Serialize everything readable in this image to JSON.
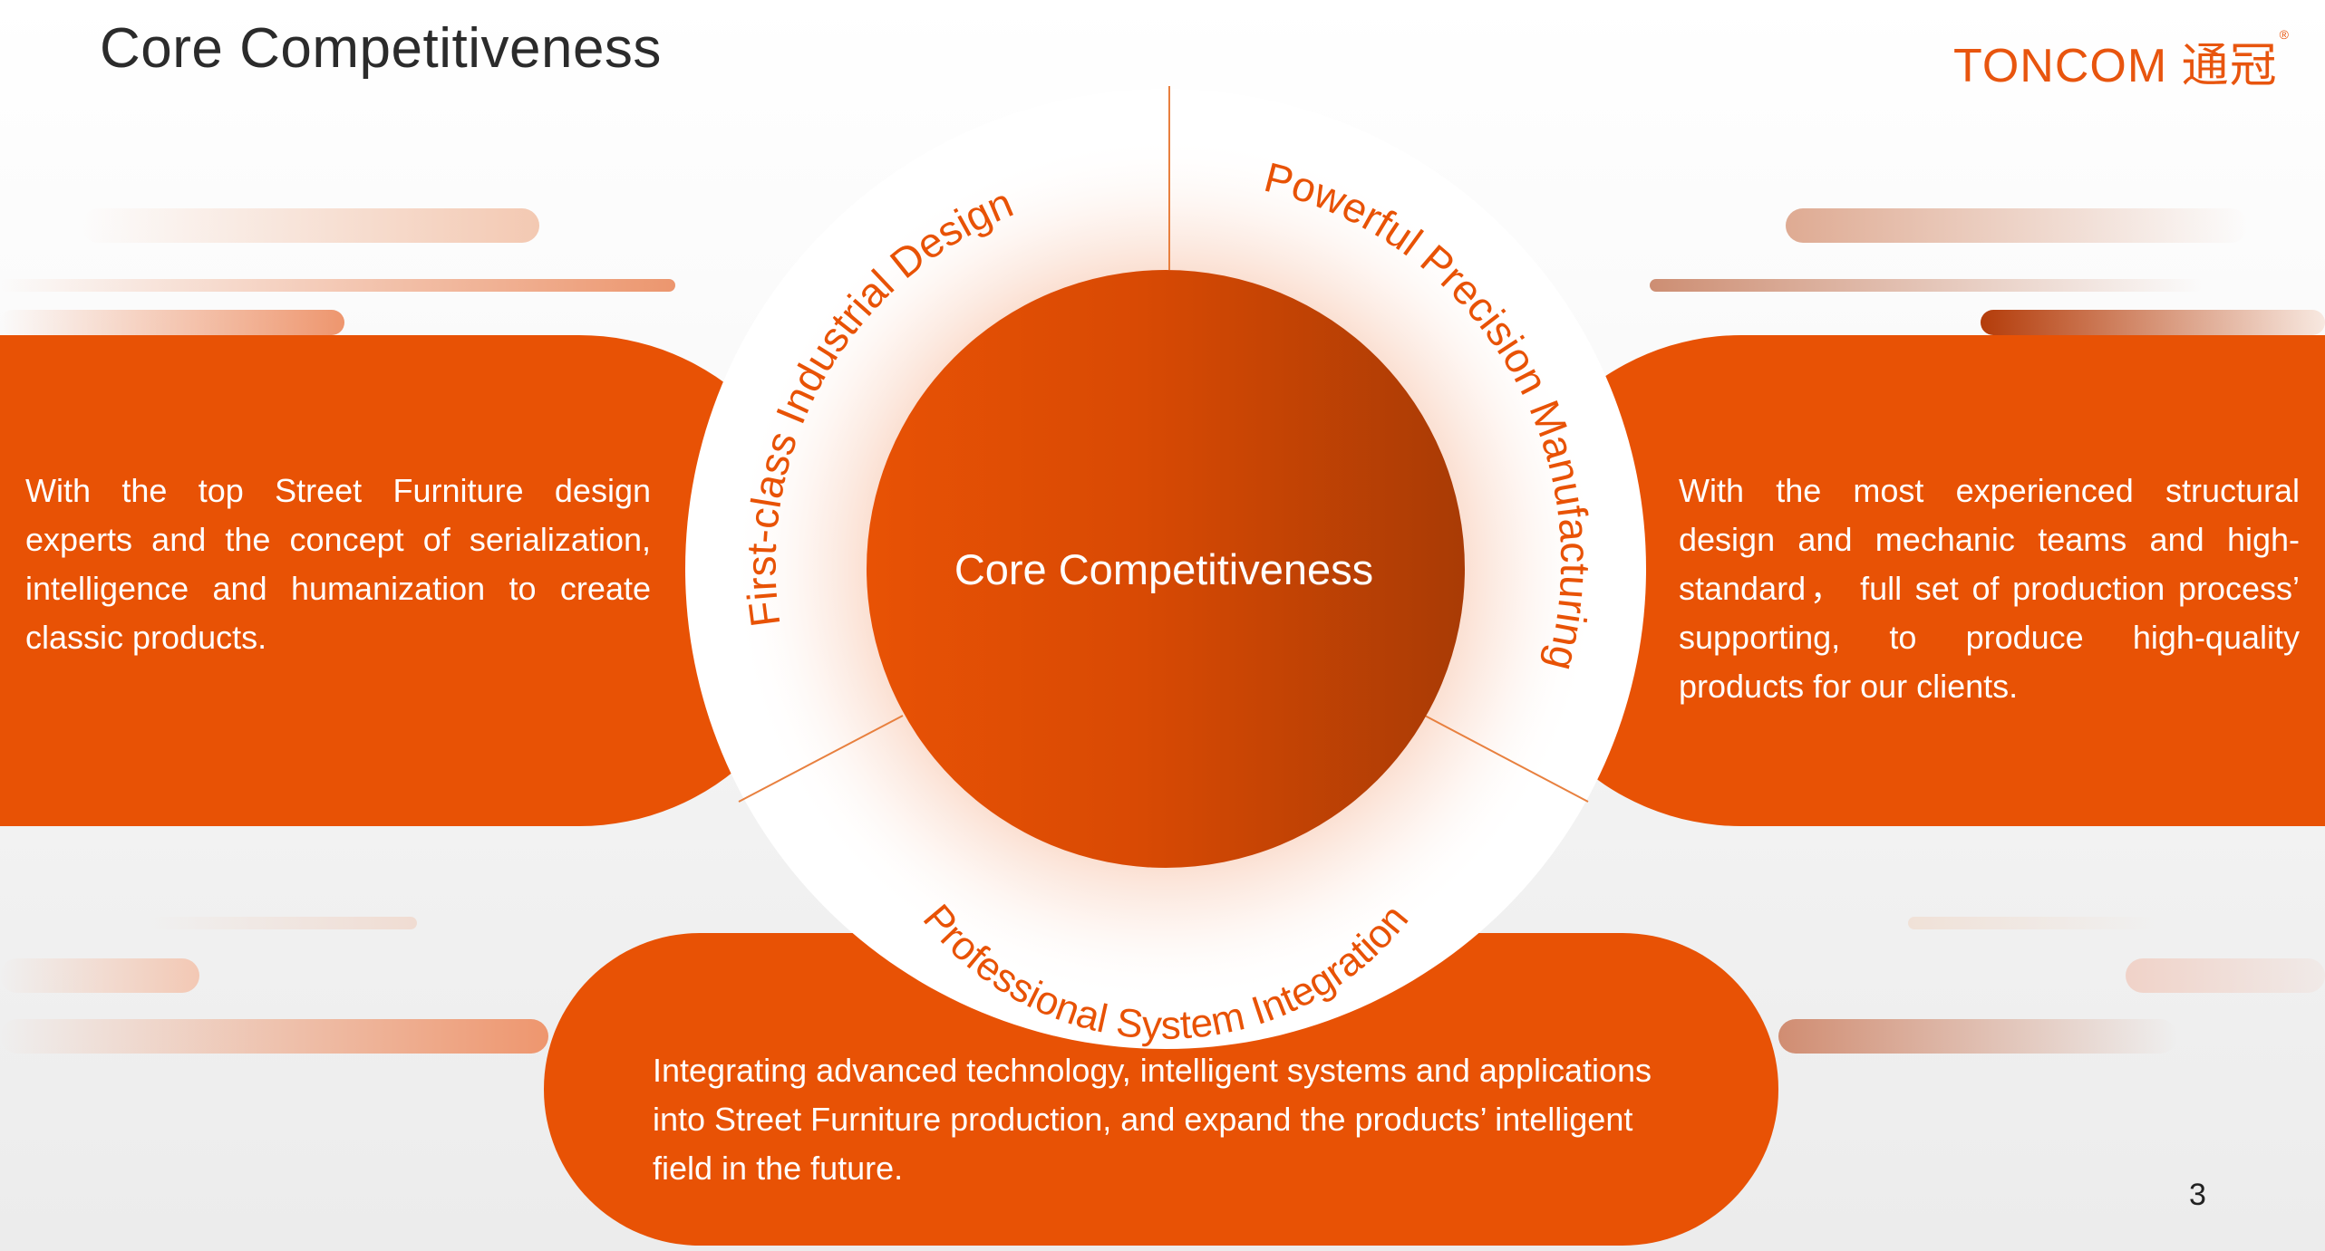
{
  "header": {
    "title": "Core Competitiveness",
    "logo_text": "TONCOM 通冠",
    "logo_mark": "®"
  },
  "diagram": {
    "center_label": "Core Competitiveness",
    "segments": [
      {
        "label": "First-class Industrial Design"
      },
      {
        "label": "Powerful Precision Manufacturing"
      },
      {
        "label": "Professional System Integration"
      }
    ]
  },
  "panels": {
    "left_text": "With the top Street Furniture design experts and the concept of serialization, intelligence and humanization to create classic products.",
    "right_text": "With the most experienced structural design and mechanic teams and high-standard， full set of production process’ supporting, to produce high-quality products for our clients.",
    "bottom_text": "Integrating advanced technology, intelligent systems and applications into Street Furniture production, and expand the products’ intelligent field in the future."
  },
  "footer": {
    "page_number": "3"
  },
  "colors": {
    "accent": "#e85205",
    "center_dark": "#a93b05",
    "title_text": "#2b2b2b",
    "ring": "#ffffff"
  }
}
